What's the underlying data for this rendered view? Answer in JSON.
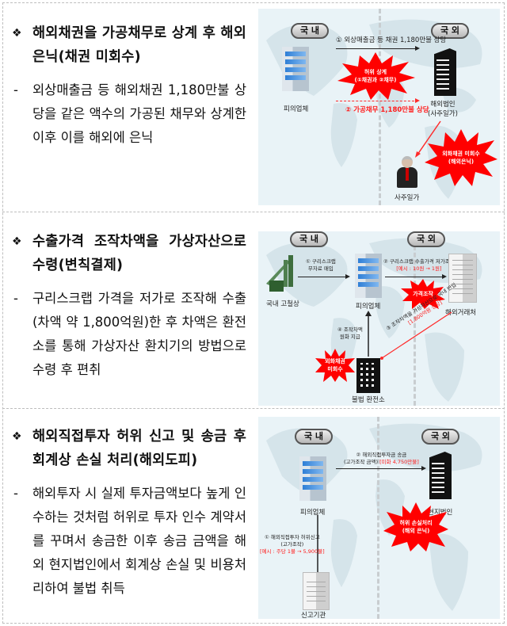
{
  "sections": [
    {
      "heading": "해외채권을 가공채무로 상계 후 해외 은닉(채권 미회수)",
      "body": "외상매출금 등 해외채권 1,180만불 상당을 같은 액수의 가공된 채무와 상계한 이후 이를 해외에 은닉",
      "diagram": {
        "domestic_label": "국 내",
        "overseas_label": "국 외",
        "company_label": "피의업체",
        "overseas_entity_label": "해외법인",
        "overseas_entity_sub": "(사주일가)",
        "owner_label": "사주일가",
        "arrow1_label": "① 외상매출금 등 채권 1,180만불 상당",
        "arrow2_label": "② 가공채무 1,180만불 상당",
        "burst1_line1": "허위 상계",
        "burst1_line2": "(①채권과 ②채무)",
        "burst2_line1": "외화채권 미회수",
        "burst2_line2": "(해외은닉)"
      }
    },
    {
      "heading": "수출가격 조작차액을 가상자산으로 수령(변칙결제)",
      "body": "구리스크랩 가격을 저가로 조작해 수출(차액 약 1,800억원)한 후 차액은 환전소를 통해 가상자산 환치기의 방법으로 수령 후 편취",
      "diagram": {
        "domestic_label": "국 내",
        "overseas_label": "국 외",
        "scrap_dealer_label": "국내 고철상",
        "company_label": "피의업체",
        "buyer_label": "해외거래처",
        "exchange_label": "불법 환전소",
        "arrow1_line1": "① 구리스크랩",
        "arrow1_line2": "무자료 매입",
        "arrow2_line1": "② 구리스크랩 수출가격 저가조작",
        "arrow2_line2": "[예시 : 10원 → 1원]",
        "arrow3_line1": "③ 조작차액을 가상자산으로 국내 반입",
        "arrow3_line2": "[1,800억원 상당]",
        "arrow4_line1": "④ 조작차액",
        "arrow4_line2": "원화 지급",
        "burst1": "가격조작",
        "burst2_line1": "외화채권",
        "burst2_line2": "미회수"
      }
    },
    {
      "heading": "해외직접투자 허위 신고 및 송금 후 회계상 손실 처리(해외도피)",
      "body": "해외투자 시 실제 투자금액보다 높게 인수하는 것처럼 허위로 투자 인수 계약서를 꾸며서 송금한 이후 송금 금액을 해외 현지법인에서 회계상 손실 및 비용처리하여 불법 취득",
      "diagram": {
        "domestic_label": "국 내",
        "overseas_label": "국 외",
        "company_label": "피의업체",
        "local_corp_label": "현지법인",
        "agency_label": "신고기관",
        "arrow1_line1": "① 해외직접투자 허위신고",
        "arrow1_line2": "(고가조작)",
        "arrow1_line3": "[예시 : 주당 1불 → 5,900불]",
        "arrow2_line1": "② 해외직접투자금 송금",
        "arrow2_line2": "(고가조작 금액)",
        "arrow2_line3": "[미화 4,750만불]",
        "burst_line1": "허위 손실처리",
        "burst_line2": "(해외 은닉)"
      }
    }
  ],
  "icons": {
    "bullet": "❖",
    "dash": "-"
  },
  "colors": {
    "panel_bg": "#e9f3f7",
    "burst_red": "#ff0000",
    "annotation_red": "#ff1a1a",
    "border": "#bdbdbd"
  }
}
